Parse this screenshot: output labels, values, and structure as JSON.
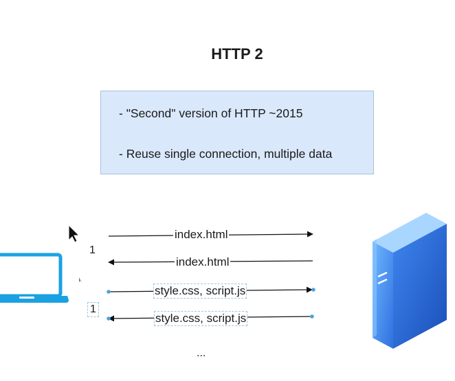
{
  "title": "HTTP 2",
  "notes": [
    "- \"Second\" version of HTTP ~2015",
    "- Reuse single connection, multiple data"
  ],
  "arrows": [
    {
      "label": "index.html",
      "direction": "to-server"
    },
    {
      "label": "index.html",
      "direction": "to-client"
    },
    {
      "label": "style.css, script.js",
      "direction": "to-server"
    },
    {
      "label": "style.css, script.js",
      "direction": "to-client"
    }
  ],
  "connection_labels": [
    "1",
    "1"
  ],
  "ellipsis": "...",
  "colors": {
    "note_fill": "#dae8fc",
    "note_border": "#a9bfd9",
    "laptop": "#1ba1e2",
    "server_light": "#5fb0ff",
    "server_dark": "#1f5fcf",
    "selection": "#4aa3df"
  },
  "icons": {
    "client": "laptop-icon",
    "server": "server-icon",
    "cursor": "mouse-cursor-icon"
  }
}
